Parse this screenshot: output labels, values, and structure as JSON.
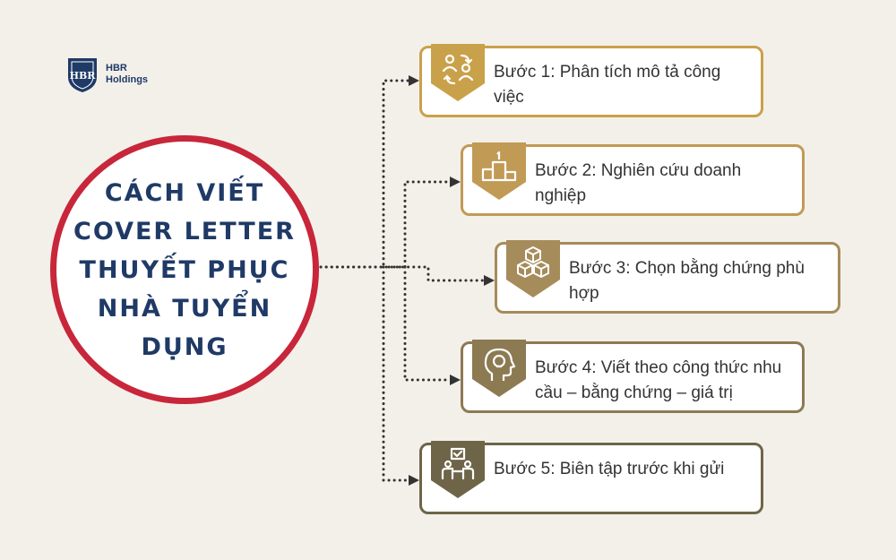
{
  "logo": {
    "line1": "HBR",
    "line2": "Holdings",
    "monogram": "HBR",
    "color": "#1f3a66"
  },
  "title": "CÁCH VIẾT COVER LETTER THUYẾT PHỤC NHÀ TUYỂN DỤNG",
  "colors": {
    "circle_border": "#c8263a",
    "title_text": "#1f3a66",
    "background": "#f3f0ea"
  },
  "steps": [
    {
      "label": "Bước 1: Phân tích mô tả công việc",
      "icon": "people-exchange-icon",
      "color": "#c9a14a"
    },
    {
      "label": "Bước 2: Nghiên cứu doanh nghiệp",
      "icon": "podium-icon",
      "color": "#c19a55"
    },
    {
      "label": "Bước 3: Chọn bằng chứng phù hợp",
      "icon": "cubes-icon",
      "color": "#a68c5a"
    },
    {
      "label": "Bước 4: Viết theo công thức nhu cầu – bằng chứng – giá trị",
      "icon": "head-idea-icon",
      "color": "#8c7a52"
    },
    {
      "label": "Bước 5: Biên tập trước khi gửi",
      "icon": "team-check-icon",
      "color": "#6e6548"
    }
  ]
}
